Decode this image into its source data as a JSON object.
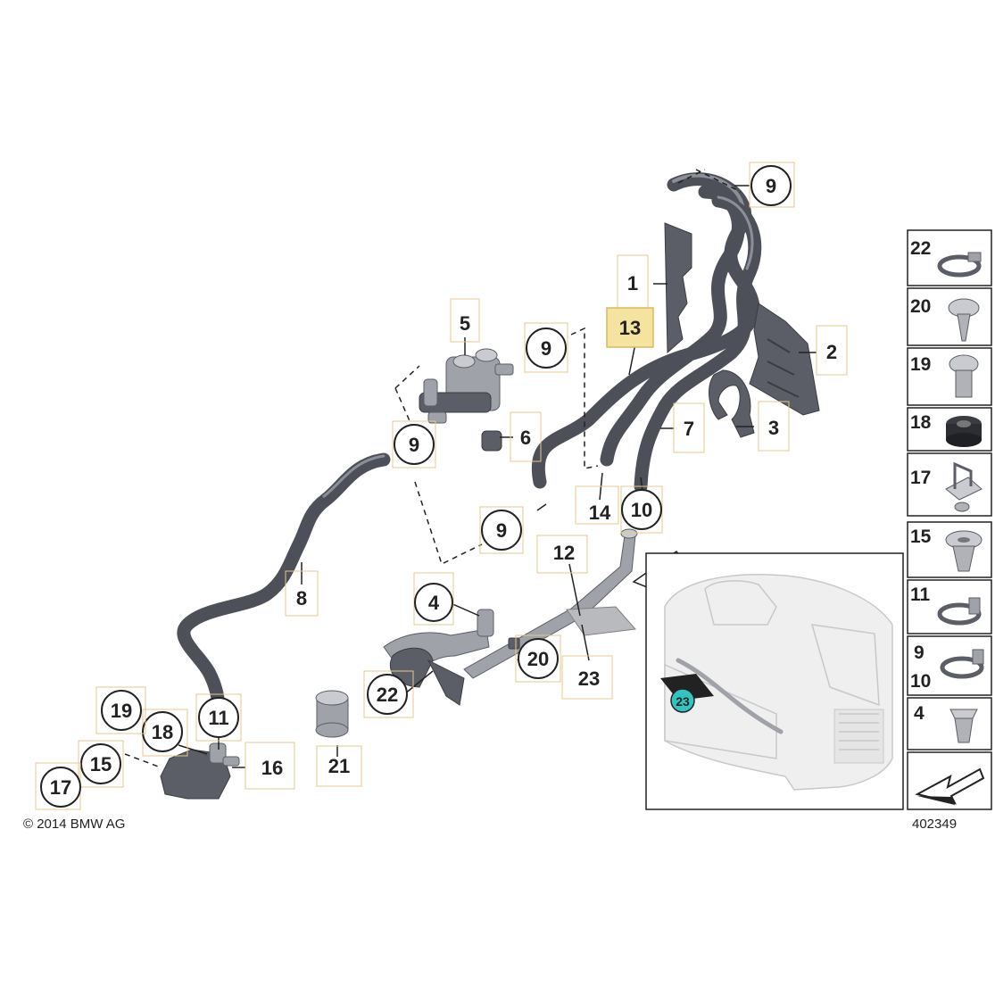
{
  "diagram": {
    "callouts": {
      "c1": "1",
      "c2": "2",
      "c3": "3",
      "c4": "4",
      "c5": "5",
      "c6": "6",
      "c7": "7",
      "c8": "8",
      "c9_top": "9",
      "c9_valve": "9",
      "c9_mid": "9",
      "c9_bottom": "9",
      "c10": "10",
      "c11": "11",
      "c12": "12",
      "c13": "13",
      "c14": "14",
      "c15": "15",
      "c16": "16",
      "c17": "17",
      "c18": "18",
      "c19": "19",
      "c20": "20",
      "c21": "21",
      "c22": "22",
      "c23": "23",
      "c23_inset": "23"
    },
    "sidebar": {
      "s22": "22",
      "s20": "20",
      "s19": "19",
      "s18": "18",
      "s17": "17",
      "s15": "15",
      "s11": "11",
      "s9": "9",
      "s10": "10",
      "s4": "4"
    },
    "copyright": "© 2014 BMW AG",
    "diagram_number": "402349"
  },
  "colors": {
    "highlight_fill": "#f5e3a0",
    "highlight_text": "#3b3000",
    "inset_marker": "#31c4c0",
    "hose": "#4d5058"
  }
}
